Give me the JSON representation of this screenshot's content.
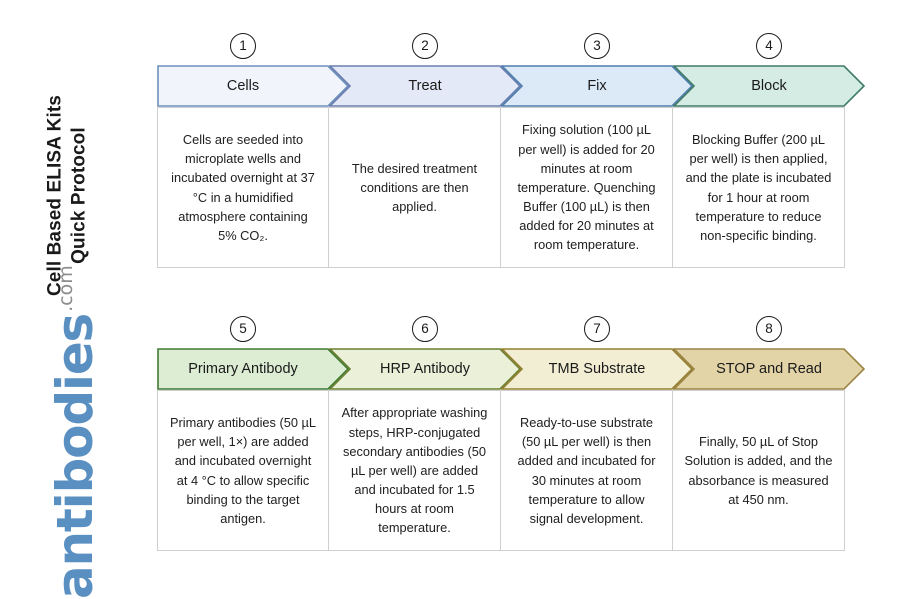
{
  "title_vertical": "Cell Based ELISA Kits\nQuick Protocol",
  "brand": {
    "name": "antibodies",
    "tld": ".com",
    "name_color": "#5a8fc2",
    "tld_color": "#8d8d8d"
  },
  "rows": [
    {
      "row_id": "row-1",
      "steps": [
        {
          "number": "1",
          "label": "Cells",
          "body": "Cells are seeded into microplate wells and incubated overnight at 37 °C in a humidified atmosphere containing 5% CO₂.",
          "fill": "#f1f5fb",
          "stroke": "#6b90bd"
        },
        {
          "number": "2",
          "label": "Treat",
          "body": "The desired treatment conditions are then applied.",
          "fill": "#e3e9f7",
          "stroke": "#6b7fae"
        },
        {
          "number": "3",
          "label": "Fix",
          "body": "Fixing solution (100 µL per well) is added for 20 minutes at room temperature. Quenching Buffer (100 µL) is then added for 20 minutes at room temperature.",
          "fill": "#dce9f7",
          "stroke": "#4f7fae"
        },
        {
          "number": "4",
          "label": "Block",
          "body": "Blocking Buffer (200 µL per well) is then applied, and the plate is incubated for 1 hour at room temperature to reduce non-specific binding.",
          "fill": "#d4ece3",
          "stroke": "#3f7a66"
        }
      ]
    },
    {
      "row_id": "row-2",
      "steps": [
        {
          "number": "5",
          "label": "Primary Antibody",
          "body": "Primary antibodies (50 µL per well, 1×) are added and incubated overnight at 4 °C to allow specific binding to the target antigen.",
          "fill": "#dcedd4",
          "stroke": "#3f7a33"
        },
        {
          "number": "6",
          "label": "HRP Antibody",
          "body": "After appropriate washing steps, HRP-conjugated secondary antibodies (50 µL per well) are added and incubated for 1.5 hours at room temperature.",
          "fill": "#ebf0d9",
          "stroke": "#6b8030"
        },
        {
          "number": "7",
          "label": "TMB Substrate",
          "body": "Ready-to-use substrate (50 µL per well) is then added and incubated for 30 minutes at room temperature to allow signal development.",
          "fill": "#f2eed4",
          "stroke": "#94802f"
        },
        {
          "number": "8",
          "label": "STOP and Read",
          "body": "Finally, 50 µL of Stop Solution is added, and the absorbance is measured at 450 nm.",
          "fill": "#e3d4a8",
          "stroke": "#9a8445"
        }
      ]
    }
  ]
}
